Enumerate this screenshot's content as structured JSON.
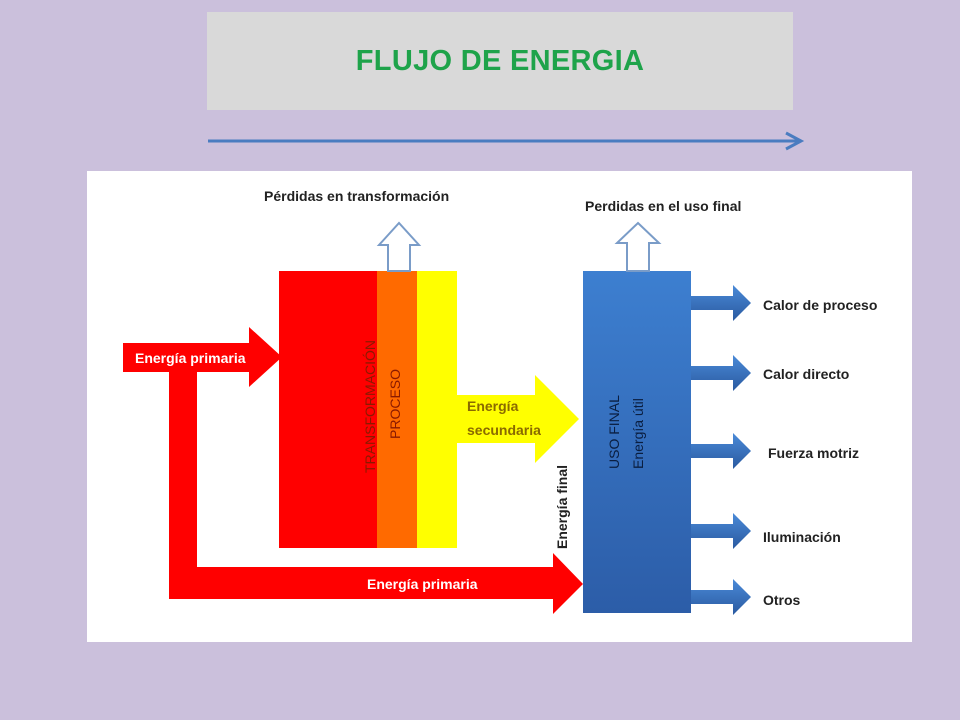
{
  "header": {
    "title": "FLUJO DE ENERGIA"
  },
  "diagram": {
    "loss_transformation": "Pérdidas en transformación",
    "loss_final_use": "Perdidas en el uso final",
    "primary_energy_in": "Energía primaria",
    "primary_energy_direct": "Energía primaria",
    "transformation": "TRANSFORMACIÓN",
    "process": "PROCESO",
    "secondary_energy_line1": "Energía",
    "secondary_energy_line2": "secundaria",
    "final_energy": "Energía final",
    "final_use": "USO FINAL",
    "useful_energy": "Energía útil",
    "outputs": [
      "Calor de proceso",
      "Calor directo",
      "Fuerza motriz",
      "Iluminación",
      "Otros"
    ]
  },
  "colors": {
    "background": "#cbc0dc",
    "title_green": "#1ea34a",
    "red": "#ff0000",
    "orange": "#ff6600",
    "yellow": "#ffff00",
    "blue": "#3a78c9",
    "arrow_blue": "#4a7cc0"
  }
}
